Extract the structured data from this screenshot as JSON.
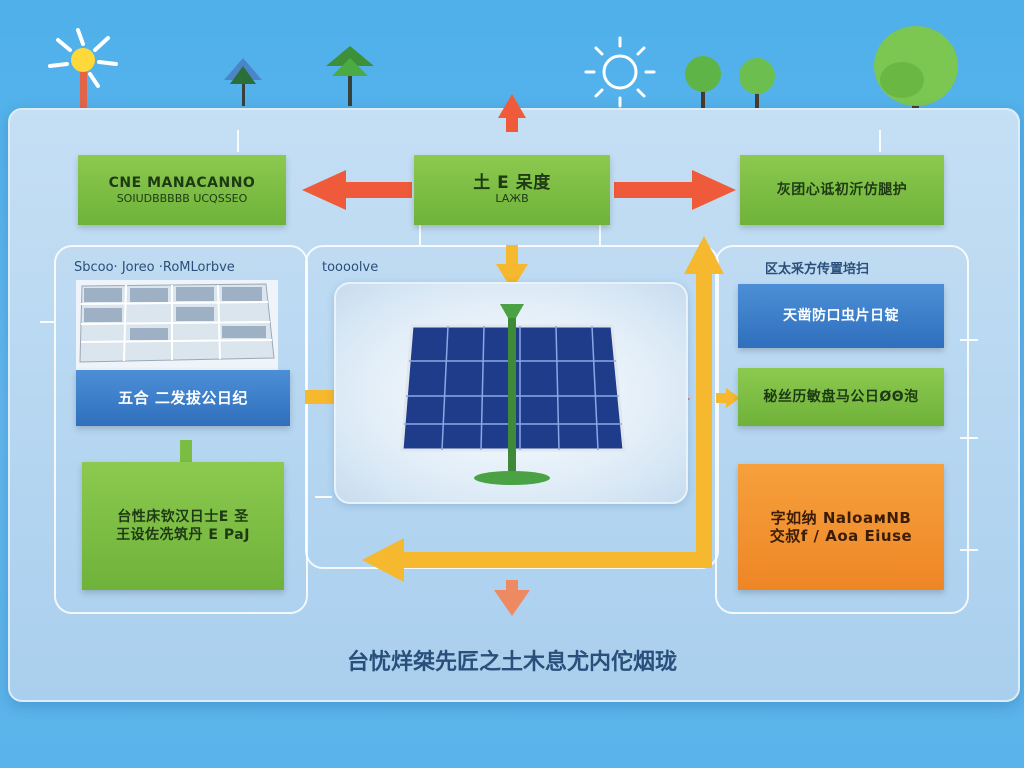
{
  "top_center": {
    "title": "土 E 呆度",
    "sub": "LAЖB"
  },
  "left_top": {
    "title": "CNE MANACANNO",
    "sub": "SOIUDBBBBB UCQSSEO"
  },
  "right_top": {
    "title": "灰团心诋初沂仿腿护"
  },
  "left_section_label": "Sbcoo· Joreo  ·RoMLorbve",
  "center_section_label": "toooolve",
  "left_blue": {
    "title": "五合  二发拔公日纪"
  },
  "left_green": {
    "line1": "台性床钦汉日士E 圣",
    "line2": "王设佐冼筑丹 E  PaJ"
  },
  "right_label": "区太釆方传置培扫",
  "right_blue": {
    "title": "天凿防口虫片日锭"
  },
  "right_green": {
    "title": "秘丝历敏盘马公日ØΘ泡"
  },
  "right_orange": {
    "line1": "字如纳 NaloaмNB",
    "line2": "交叔f / Aoa Eiuse"
  },
  "caption": "台忧烊桀先匠之土木息尤内佗烟珑",
  "colors": {
    "green": "#7bbd43",
    "blue": "#3a7ec9",
    "orange": "#f29432",
    "arrow_red": "#ee5a3a",
    "arrow_yellow": "#f5b82e"
  },
  "icons": [
    "sun-icon",
    "tree-icon",
    "solar-panel-icon",
    "arrow-icon"
  ]
}
